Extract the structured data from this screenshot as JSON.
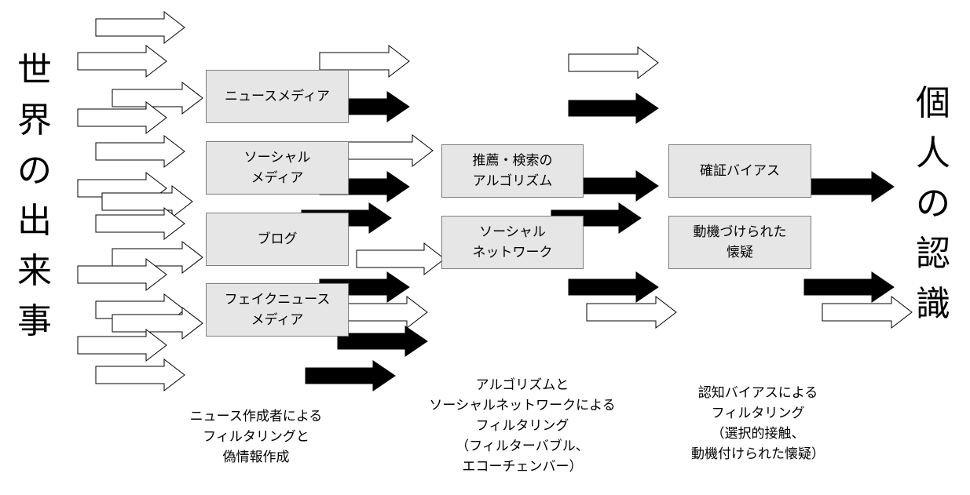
{
  "left_title": "世界の出来事",
  "right_title": "個人の認識",
  "stage1": {
    "boxes": [
      "ニュースメディア",
      "ソーシャル\nメディア",
      "ブログ",
      "フェイクニュース\nメディア"
    ],
    "caption": "ニュース作成者による\nフィルタリングと\n偽情報作成"
  },
  "stage2": {
    "boxes": [
      "推薦・検索の\nアルゴリズム",
      "ソーシャル\nネットワーク"
    ],
    "caption": "アルゴリズムと\nソーシャルネットワークによる\nフィルタリング\n（フィルターバブル、\nエコーチェンバー）"
  },
  "stage3": {
    "boxes": [
      "確証バイアス",
      "動機づけられた\n懐疑"
    ],
    "caption": "認知バイアスによる\nフィルタリング\n（選択的接触、\n動機付けられた懐疑）"
  },
  "colors": {
    "box_fill": "#e6e6e6",
    "box_border": "#7f7f7f",
    "solid_arrow": "#000000",
    "hollow_arrow": "#ffffff"
  }
}
